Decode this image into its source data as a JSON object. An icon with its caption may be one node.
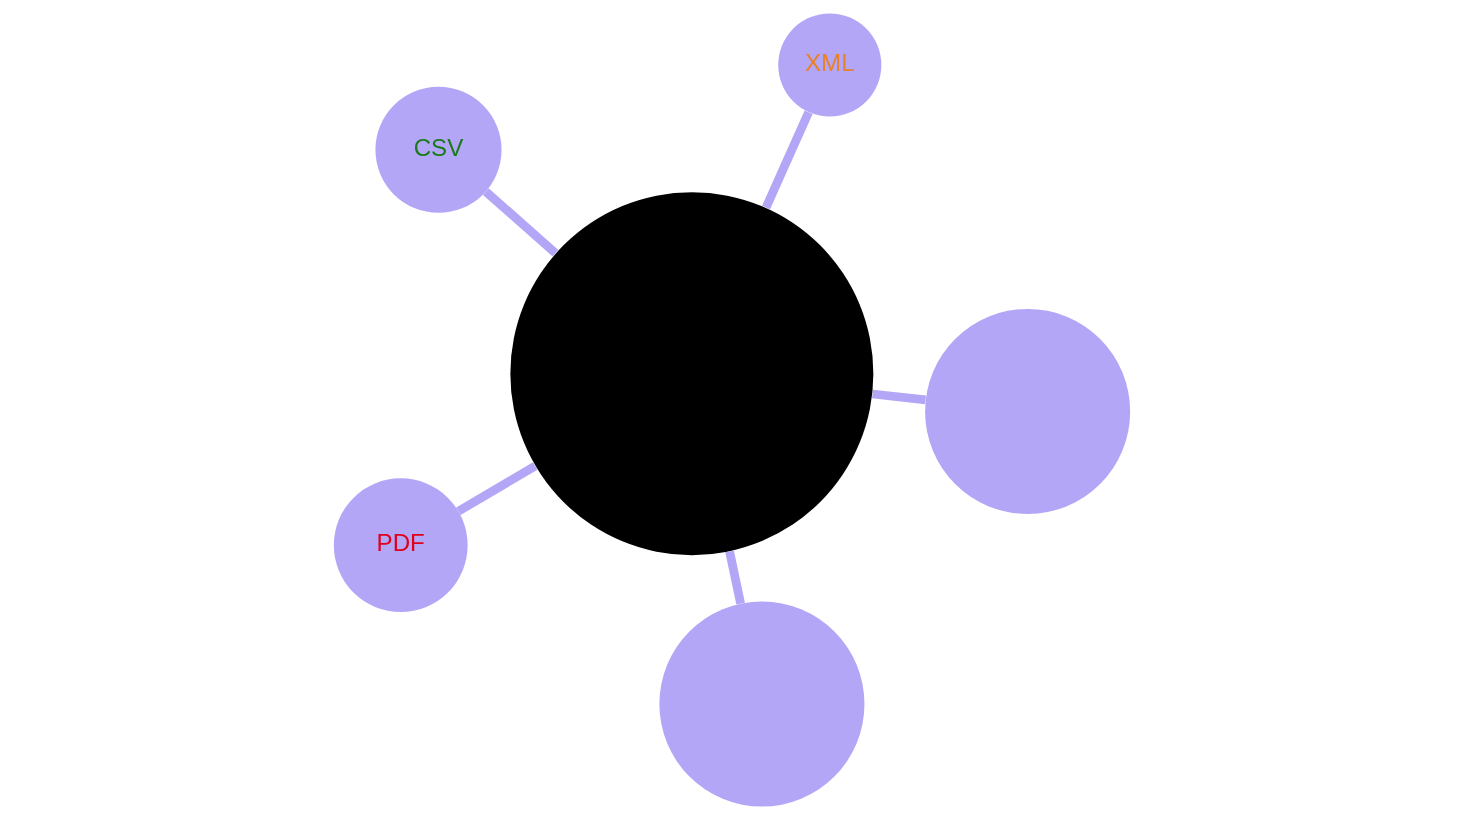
{
  "diagram": {
    "nodes": [
      {
        "text": [
          "CSV"
        ]
      },
      {
        "text": [],
        "shape": "circle"
      },
      {
        "text": [],
        "shape": "circle"
      },
      {
        "text": [],
        "shape": "circle"
      },
      {
        "text": [
          "XML"
        ]
      },
      {
        "text": [
          "PDF"
        ]
      }
    ],
    "edges": [
      {
        "from": 3,
        "to": 0,
        "arrow": "none"
      },
      {
        "from": 3,
        "to": 1,
        "arrow": "none"
      },
      {
        "from": 3,
        "to": 2,
        "arrow": "none"
      },
      {
        "from": 3,
        "to": 4,
        "arrow": "none"
      },
      {
        "from": 3,
        "to": 5,
        "arrow": "none"
      }
    ]
  }
}
